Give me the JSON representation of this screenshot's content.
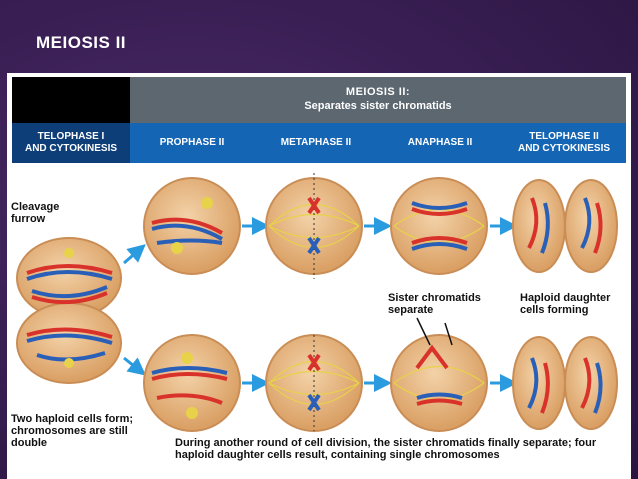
{
  "slide": {
    "title": "MEIOSIS II"
  },
  "header": {
    "title": "MEIOSIS II:",
    "subtitle": "Separates sister chromatids"
  },
  "stages": [
    {
      "line1": "TELOPHASE I",
      "line2": "AND CYTOKINESIS"
    },
    {
      "line1": "PROPHASE II",
      "line2": ""
    },
    {
      "line1": "METAPHASE II",
      "line2": ""
    },
    {
      "line1": "ANAPHASE II",
      "line2": ""
    },
    {
      "line1": "TELOPHASE II",
      "line2": "AND CYTOKINESIS"
    }
  ],
  "labels": {
    "cleavage": "Cleavage furrow",
    "sister": "Sister chromatids separate",
    "haploid_forming": "Haploid daughter cells forming",
    "two_haploid": "Two haploid cells form; chromosomes are still double",
    "caption": "During another round of cell division, the sister chromatids finally separate; four haploid daughter cells result, containing single chromosomes"
  },
  "colors": {
    "cell_fill": "#e7b98a",
    "cell_edge": "#c98d55",
    "chrom_red": "#d9322b",
    "chrom_blue": "#2a5fb8",
    "spindle": "#e8d24a",
    "arrow": "#2b9be0",
    "stage_bar": "#1565b5",
    "header_gray": "#5c6770"
  }
}
